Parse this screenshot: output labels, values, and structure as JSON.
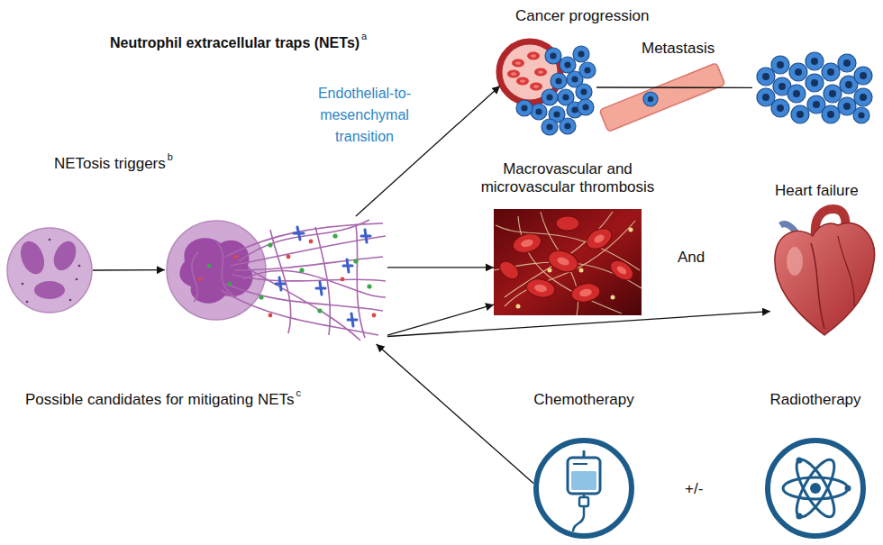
{
  "diagram": {
    "nodes": [
      {
        "text": [
          "NETosis triggers"
        ]
      },
      {
        "text": [
          "Neutrophil extracellular traps (NETs)"
        ]
      },
      {
        "text": [
          "Cancer progression"
        ]
      },
      {
        "text": [
          "Metastasis"
        ]
      },
      {
        "text": [
          "Macrovascular and microvascular thrombosis"
        ]
      },
      {
        "text": [
          "Heart failure"
        ]
      },
      {
        "text": [
          "Chemotherapy"
        ]
      },
      {
        "text": [
          "Radiotherapy"
        ]
      }
    ],
    "edges": [
      {
        "from": 0,
        "to": 1,
        "arrow": "to"
      },
      {
        "from": 1,
        "to": 2,
        "arrow": "to",
        "label": "Endothelial-to-mesenchymal transition"
      },
      {
        "from": 2,
        "to": 3,
        "arrow": "none"
      },
      {
        "from": 1,
        "to": 4,
        "arrow": "to"
      },
      {
        "from": 1,
        "to": 4,
        "arrow": "to"
      },
      {
        "from": 1,
        "to": 5,
        "arrow": "to"
      },
      {
        "from": 6,
        "to": 1,
        "arrow": "to"
      }
    ],
    "labels": [
      "a",
      "b",
      "And",
      "Possible candidates for mitigating NETs",
      "c",
      "+/-"
    ]
  }
}
